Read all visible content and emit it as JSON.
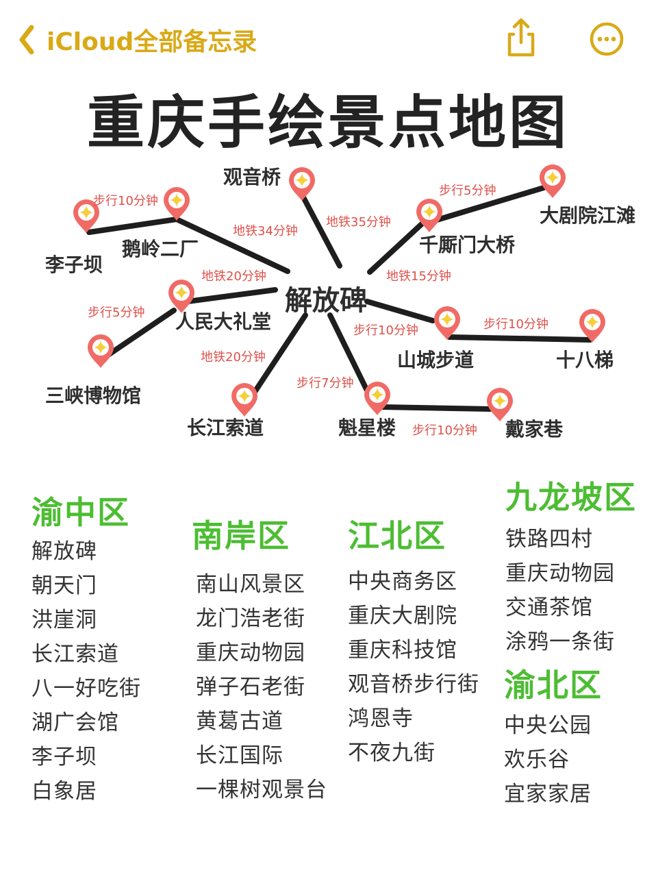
{
  "nav": {
    "back_label": "iCloud全部备忘录",
    "back_icon": "chevron-left-icon",
    "share_icon": "share-icon",
    "more_icon": "ellipsis-circle-icon",
    "accent_color": "#d9a916"
  },
  "title": "重庆手绘景点地图",
  "map": {
    "hub": "解放碑",
    "places": {
      "guanyinqiao": "观音桥",
      "liziba": "李子坝",
      "eling": "鹅岭二厂",
      "qiansimen": "千厮门大桥",
      "dajuyuan": "大剧院江滩",
      "renmin": "人民大礼堂",
      "sanxia": "三峡博物馆",
      "suodao": "长江索道",
      "shancheng": "山城步道",
      "shibati": "十八梯",
      "kuixinglou": "魁星楼",
      "daijiaxiang": "戴家巷"
    },
    "routes": {
      "liziba_eling": "步行10分钟",
      "eling_hub": "地铁34分钟",
      "guanyinqiao_hub": "地铁35分钟",
      "qiansimen_dajuyuan": "步行5分钟",
      "hub_qiansimen": "地铁15分钟",
      "renmin_hub": "地铁20分钟",
      "sanxia_renmin": "步行5分钟",
      "suodao_hub": "地铁20分钟",
      "hub_shancheng": "步行10分钟",
      "shancheng_shibati": "步行10分钟",
      "hub_kuixinglou": "步行7分钟",
      "kuixinglou_daijiaxiang": "步行10分钟"
    },
    "pin_color": "#f06b66",
    "star_color": "#f5cf3a"
  },
  "districts": {
    "yuzhong": {
      "name": "渝中区",
      "items": [
        "解放碑",
        "朝天门",
        "洪崖洞",
        "长江索道",
        "八一好吃街",
        "湖广会馆",
        "李子坝",
        "白象居"
      ]
    },
    "nanan": {
      "name": "南岸区",
      "items": [
        "南山风景区",
        "龙门浩老街",
        "重庆动物园",
        "弹子石老街",
        "黄葛古道",
        "长江国际",
        "一棵树观景台"
      ]
    },
    "jiangbei": {
      "name": "江北区",
      "items": [
        "中央商务区",
        "重庆大剧院",
        "重庆科技馆",
        "观音桥步行街",
        "鸿恩寺",
        "不夜九街"
      ]
    },
    "jiulongpo": {
      "name": "九龙坡区",
      "items": [
        "铁路四村",
        "重庆动物园",
        "交通茶馆",
        "涂鸦一条街"
      ]
    },
    "yubei": {
      "name": "渝北区",
      "items": [
        "中央公园",
        "欢乐谷",
        "宜家家居"
      ]
    },
    "heading_color": "#4dbd33"
  }
}
